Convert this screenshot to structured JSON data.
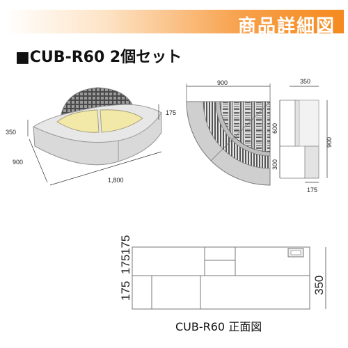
{
  "banner": {
    "title": "商品詳細図"
  },
  "product": {
    "title": "■CUB-R60 2個セット"
  },
  "perspective": {
    "dims": {
      "height": "350",
      "depth": "900",
      "width": "1,800",
      "step": "175"
    }
  },
  "plan": {
    "dims": {
      "top": "900"
    }
  },
  "side": {
    "dims": {
      "top": "350",
      "upper": "600",
      "total": "900",
      "lower": "300",
      "bottom": "175"
    }
  },
  "front": {
    "dims": {
      "upper": "175",
      "lower": "175",
      "lower2": "175",
      "total": "350"
    },
    "caption": "CUB-R60 正面図"
  }
}
